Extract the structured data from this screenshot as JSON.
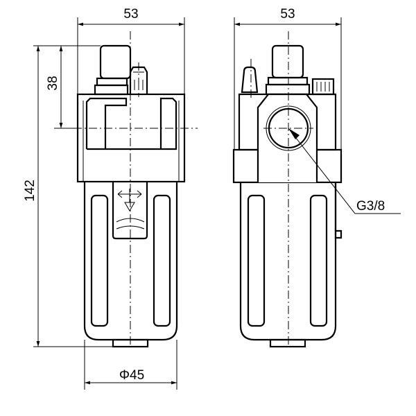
{
  "dimensions": {
    "front_width": "53",
    "side_width": "53",
    "port_height": "38",
    "total_height": "142",
    "bowl_diameter": "Φ45",
    "port_thread": "G3/8"
  },
  "colors": {
    "line": "#000000",
    "background": "#ffffff"
  }
}
